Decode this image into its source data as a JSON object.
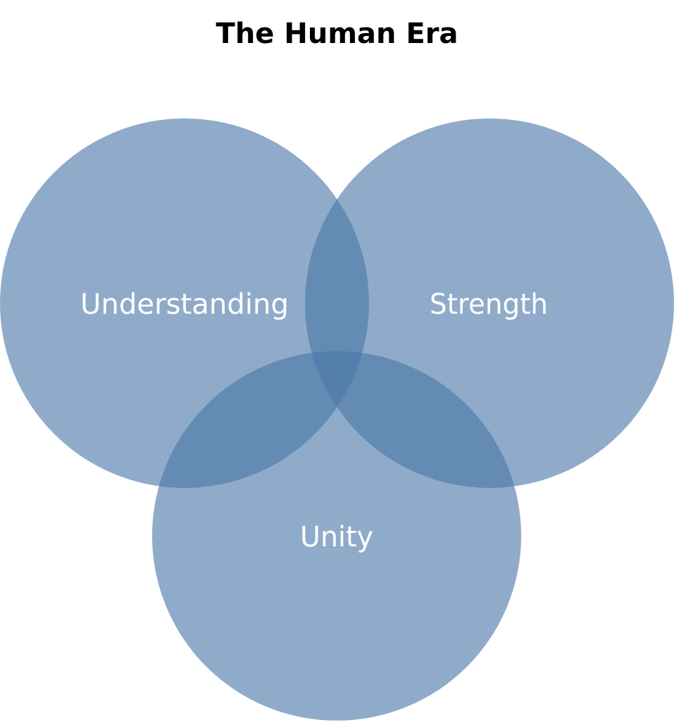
{
  "title": "The Human Era",
  "colors": {
    "circle_fill": "#4a77a8",
    "label_text": "#ffffff",
    "background": "#ffffff"
  },
  "circles": [
    {
      "label": "Understanding"
    },
    {
      "label": "Strength"
    },
    {
      "label": "Unity"
    }
  ]
}
